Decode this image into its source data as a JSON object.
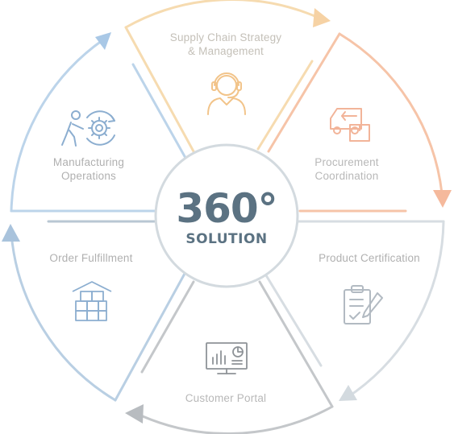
{
  "center": {
    "title": "360°",
    "subtitle": "SOLUTION"
  },
  "segments": [
    {
      "id": "supply",
      "lines": [
        "Supply Chain Strategy",
        "& Management"
      ],
      "icon": "headset-person-icon",
      "color": "#F4C98A"
    },
    {
      "id": "procurement",
      "lines": [
        "Procurement",
        "Coordination"
      ],
      "icon": "delivery-van-box-icon",
      "color": "#F2B499"
    },
    {
      "id": "certification",
      "lines": [
        "Product Certification"
      ],
      "icon": "clipboard-check-pen-icon",
      "color": "#C9D1D8"
    },
    {
      "id": "portal",
      "lines": [
        "Customer Portal"
      ],
      "icon": "dashboard-monitor-icon",
      "color": "#B8BCC0"
    },
    {
      "id": "fulfillment",
      "lines": [
        "Order Fulfillment"
      ],
      "icon": "warehouse-boxes-icon",
      "color": "#A9C3DC"
    },
    {
      "id": "manufacturing",
      "lines": [
        "Manufacturing",
        "Operations"
      ],
      "icon": "worker-gear-icon",
      "color": "#A9C8E6"
    }
  ],
  "colors": {
    "title": "#5B7282",
    "label": "#B3B8BC",
    "center_ring": "#D3DADF"
  }
}
